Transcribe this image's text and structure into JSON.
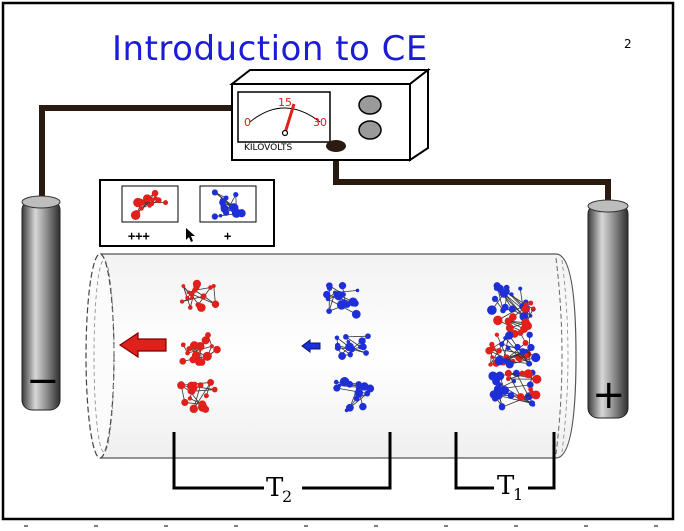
{
  "slide": {
    "title": "Introduction to CE",
    "page_number": "2"
  },
  "power_supply": {
    "scale_min": "0",
    "scale_mid": "15",
    "scale_max": "30",
    "unit_label": "KILOVOLTS"
  },
  "legend": {
    "red_charge": "+++",
    "blue_charge": "+"
  },
  "electrodes": {
    "left_sign": "−",
    "right_sign": "+"
  },
  "time_markers": {
    "t2_main": "T",
    "t2_sub": "2",
    "t1_main": "T",
    "t1_sub": "1"
  },
  "colors": {
    "title": "#1c1cd6",
    "red_analyte": "#e0201a",
    "blue_analyte": "#1f2fd8",
    "wire": "#2a1a12"
  }
}
